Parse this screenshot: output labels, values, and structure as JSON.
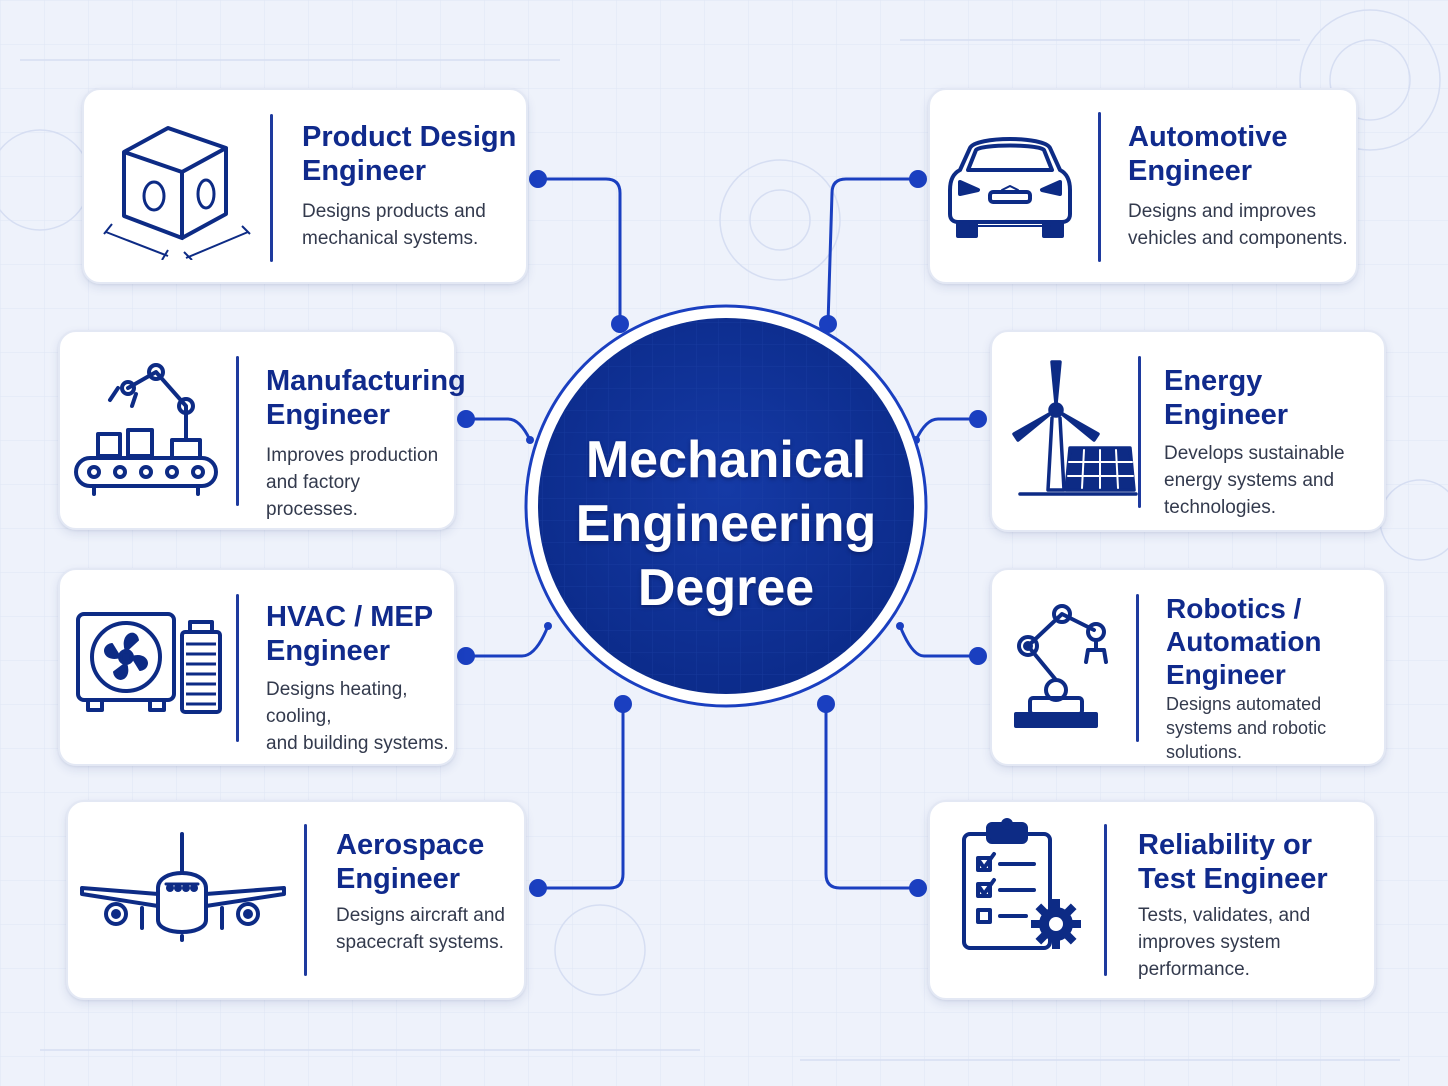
{
  "hub": {
    "lines": [
      "Mechanical",
      "Engineering",
      "Degree"
    ]
  },
  "colors": {
    "accent": "#0d2b85",
    "link": "#1a3fc0",
    "card_border": "#e3e8f4",
    "background": "#eef2fb"
  },
  "cards": [
    {
      "id": "product-design",
      "icon": "isometric-box-icon",
      "title": [
        "Product Design",
        "Engineer"
      ],
      "desc": [
        "Designs products and",
        "mechanical systems."
      ]
    },
    {
      "id": "manufacturing",
      "icon": "robot-arm-conveyor-icon",
      "title": [
        "Manufacturing",
        "Engineer"
      ],
      "desc": [
        "Improves production",
        "and factory processes."
      ]
    },
    {
      "id": "hvac",
      "icon": "hvac-unit-icon",
      "title": [
        "HVAC / MEP",
        "Engineer"
      ],
      "desc": [
        "Designs heating, cooling,",
        "and building systems."
      ]
    },
    {
      "id": "aerospace",
      "icon": "airplane-icon",
      "title": [
        "Aerospace",
        "Engineer"
      ],
      "desc": [
        "Designs aircraft and",
        "spacecraft systems."
      ]
    },
    {
      "id": "automotive",
      "icon": "car-icon",
      "title": [
        "Automotive",
        "Engineer"
      ],
      "desc": [
        "Designs and improves",
        "vehicles and components."
      ]
    },
    {
      "id": "energy",
      "icon": "wind-turbine-solar-icon",
      "title": [
        "Energy",
        "Engineer"
      ],
      "desc": [
        "Develops sustainable",
        "energy systems and",
        "technologies."
      ]
    },
    {
      "id": "robotics",
      "icon": "robotic-arm-icon",
      "title": [
        "Robotics /",
        "Automation",
        "Engineer"
      ],
      "desc": [
        "Designs automated",
        "systems and robotic",
        "solutions."
      ]
    },
    {
      "id": "reliability",
      "icon": "checklist-gear-icon",
      "title": [
        "Reliability or",
        "Test Engineer"
      ],
      "desc": [
        "Tests, validates, and",
        "improves system",
        "performance."
      ]
    }
  ]
}
